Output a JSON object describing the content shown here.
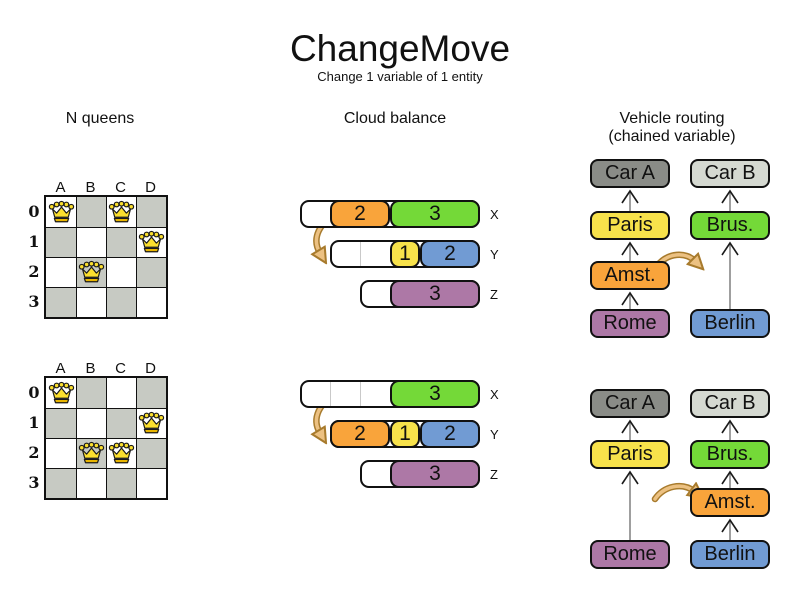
{
  "title": "ChangeMove",
  "subtitle": "Change 1 variable of 1 entity",
  "colors": {
    "orange": "#f9a43b",
    "green": "#74d938",
    "yellow": "#f7e24b",
    "blue": "#719bd3",
    "purple": "#ad78a6",
    "car_a_gray": "#8a8c87",
    "car_b_gray": "#d5d9d1",
    "board_gray": "#c7cac3",
    "arrow_tan_light": "#ecc182",
    "arrow_tan_dark": "#a87b2d",
    "queen_yellow": "#fbdf2e",
    "queen_gold": "#e8b500",
    "chain_line_gray": "#7f7f7f"
  },
  "nqueens": {
    "header": "N queens",
    "column_labels": [
      "A",
      "B",
      "C",
      "D"
    ],
    "row_labels": [
      "0",
      "1",
      "2",
      "3"
    ],
    "before": {
      "queens": [
        {
          "col": "A",
          "row": 0
        },
        {
          "col": "C",
          "row": 0
        },
        {
          "col": "D",
          "row": 1
        },
        {
          "col": "B",
          "row": 2
        }
      ],
      "move": {
        "from": "C0",
        "to": "C2"
      }
    },
    "after": {
      "queens": [
        {
          "col": "A",
          "row": 0
        },
        {
          "col": "D",
          "row": 1
        },
        {
          "col": "B",
          "row": 2
        },
        {
          "col": "C",
          "row": 2
        }
      ],
      "move": {
        "from": "C0",
        "to": "C2"
      }
    }
  },
  "cloud": {
    "header": "Cloud balance",
    "before": [
      {
        "label": "X",
        "capacity": 6,
        "blocks": [
          {
            "value": "2",
            "size": 2,
            "color": "orange"
          },
          {
            "value": "3",
            "size": 3,
            "color": "green"
          }
        ]
      },
      {
        "label": "Y",
        "capacity": 5,
        "blocks": [
          {
            "value": "1",
            "size": 1,
            "color": "yellow"
          },
          {
            "value": "2",
            "size": 2,
            "color": "blue"
          }
        ]
      },
      {
        "label": "Z",
        "capacity": 4,
        "blocks": [
          {
            "value": "3",
            "size": 3,
            "color": "purple"
          }
        ]
      }
    ],
    "after": [
      {
        "label": "X",
        "capacity": 6,
        "blocks": [
          {
            "value": "3",
            "size": 3,
            "color": "green"
          }
        ]
      },
      {
        "label": "Y",
        "capacity": 5,
        "blocks": [
          {
            "value": "2",
            "size": 2,
            "color": "orange"
          },
          {
            "value": "1",
            "size": 1,
            "color": "yellow"
          },
          {
            "value": "2",
            "size": 2,
            "color": "blue"
          }
        ]
      },
      {
        "label": "Z",
        "capacity": 4,
        "blocks": [
          {
            "value": "3",
            "size": 3,
            "color": "purple"
          }
        ]
      }
    ]
  },
  "vehicle": {
    "header_line1": "Vehicle routing",
    "header_line2": "(chained variable)",
    "before": {
      "left_chain": [
        {
          "label": "Car A",
          "color": "car_a_gray"
        },
        {
          "label": "Paris",
          "color": "yellow"
        },
        {
          "label": "Amst.",
          "color": "orange"
        },
        {
          "label": "Rome",
          "color": "purple"
        }
      ],
      "right_chain": [
        {
          "label": "Car B",
          "color": "car_b_gray"
        },
        {
          "label": "Brus.",
          "color": "green"
        },
        {
          "label": "Berlin",
          "color": "blue"
        }
      ]
    },
    "after": {
      "left_chain": [
        {
          "label": "Car A",
          "color": "car_a_gray"
        },
        {
          "label": "Paris",
          "color": "yellow"
        },
        {
          "label": "Rome",
          "color": "purple"
        }
      ],
      "right_chain": [
        {
          "label": "Car B",
          "color": "car_b_gray"
        },
        {
          "label": "Brus.",
          "color": "green"
        },
        {
          "label": "Amst.",
          "color": "orange"
        },
        {
          "label": "Berlin",
          "color": "blue"
        }
      ]
    }
  }
}
